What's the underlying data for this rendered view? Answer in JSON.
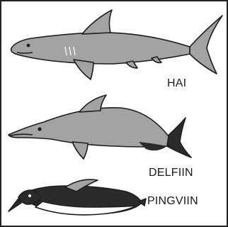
{
  "labels": {
    "shark": "HAI",
    "dolphin": "DELFIIN",
    "penguin": "PINGVIIN"
  },
  "colors": {
    "border": "#222222",
    "body_fill": "#a3a3a3",
    "dark_fill": "#2b2b2b",
    "outline": "#1e1e1e"
  }
}
